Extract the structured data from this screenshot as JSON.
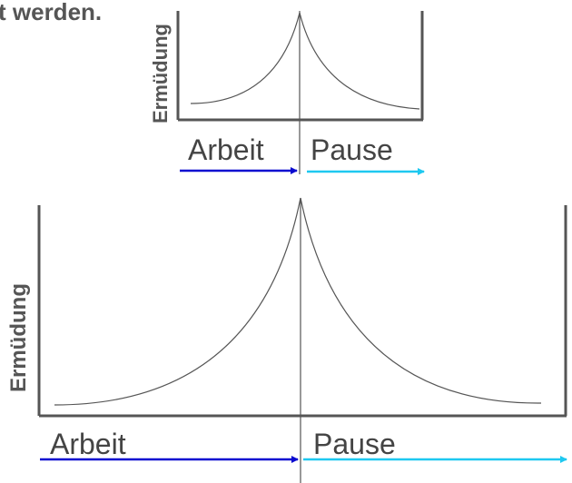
{
  "header": {
    "text": "t werden."
  },
  "colors": {
    "axis": "#555555",
    "curve": "#555555",
    "label": "#444444",
    "arbeit_arrow": "#0a0ad0",
    "pause_arrow": "#1ec8f0"
  },
  "diagrams": [
    {
      "ylabel": "Ermüdung",
      "phases": [
        {
          "label": "Arbeit"
        },
        {
          "label": "Pause"
        }
      ]
    },
    {
      "ylabel": "Ermüdung",
      "phases": [
        {
          "label": "Arbeit"
        },
        {
          "label": "Pause"
        }
      ]
    }
  ]
}
